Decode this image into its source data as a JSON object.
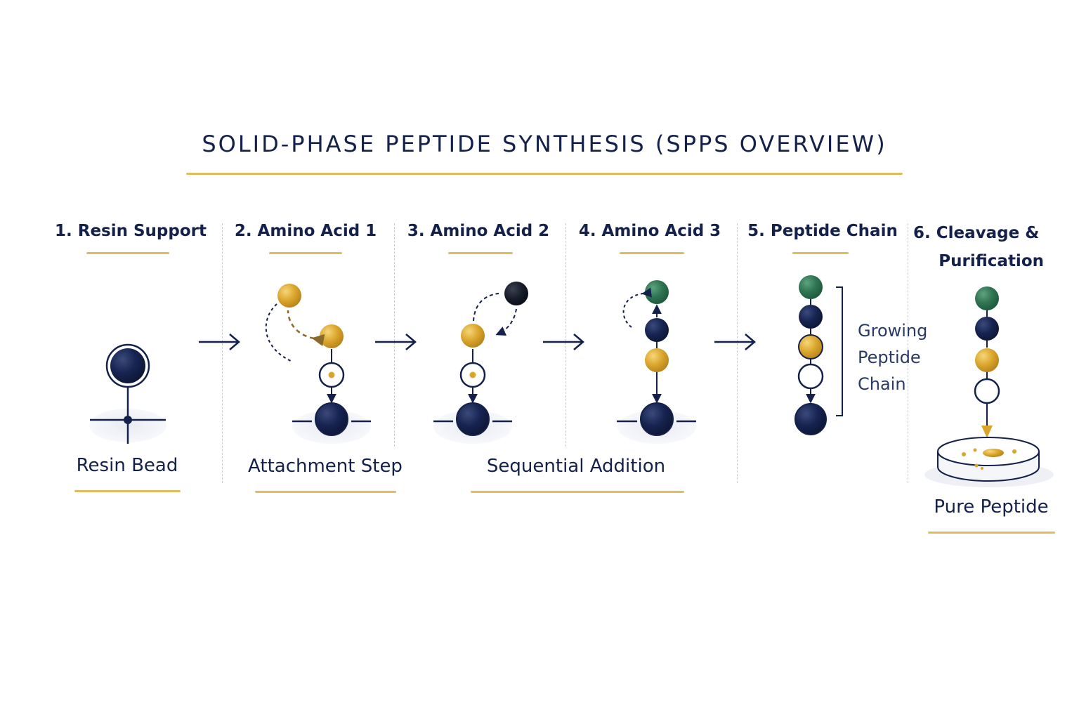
{
  "title": "SOLID-PHASE PEPTIDE SYNTHESIS (SPPS OVERVIEW)",
  "steps": [
    {
      "title": "1.  Resin Support"
    },
    {
      "title": "2. Amino Acid 1"
    },
    {
      "title": "3. Amino Acid 2"
    },
    {
      "title": "4. Amino Acid 3"
    },
    {
      "title": "5. Peptide Chain"
    },
    {
      "title_line1": "6. Cleavage &",
      "title_line2": "Purification"
    }
  ],
  "labels": {
    "resin_bead": "Resin Bead",
    "attachment_step": "Attachment Step",
    "sequential_addition": "Sequential Addition",
    "growing_chain": [
      "Growing",
      "Peptide",
      "Chain"
    ],
    "pure_peptide": "Pure Peptide"
  },
  "colors": {
    "navy": "#14214a",
    "gold": "#d9a52b",
    "green": "#2f7552",
    "accent_rule": "#dfbd5e",
    "divider": "#c8cbd3"
  }
}
